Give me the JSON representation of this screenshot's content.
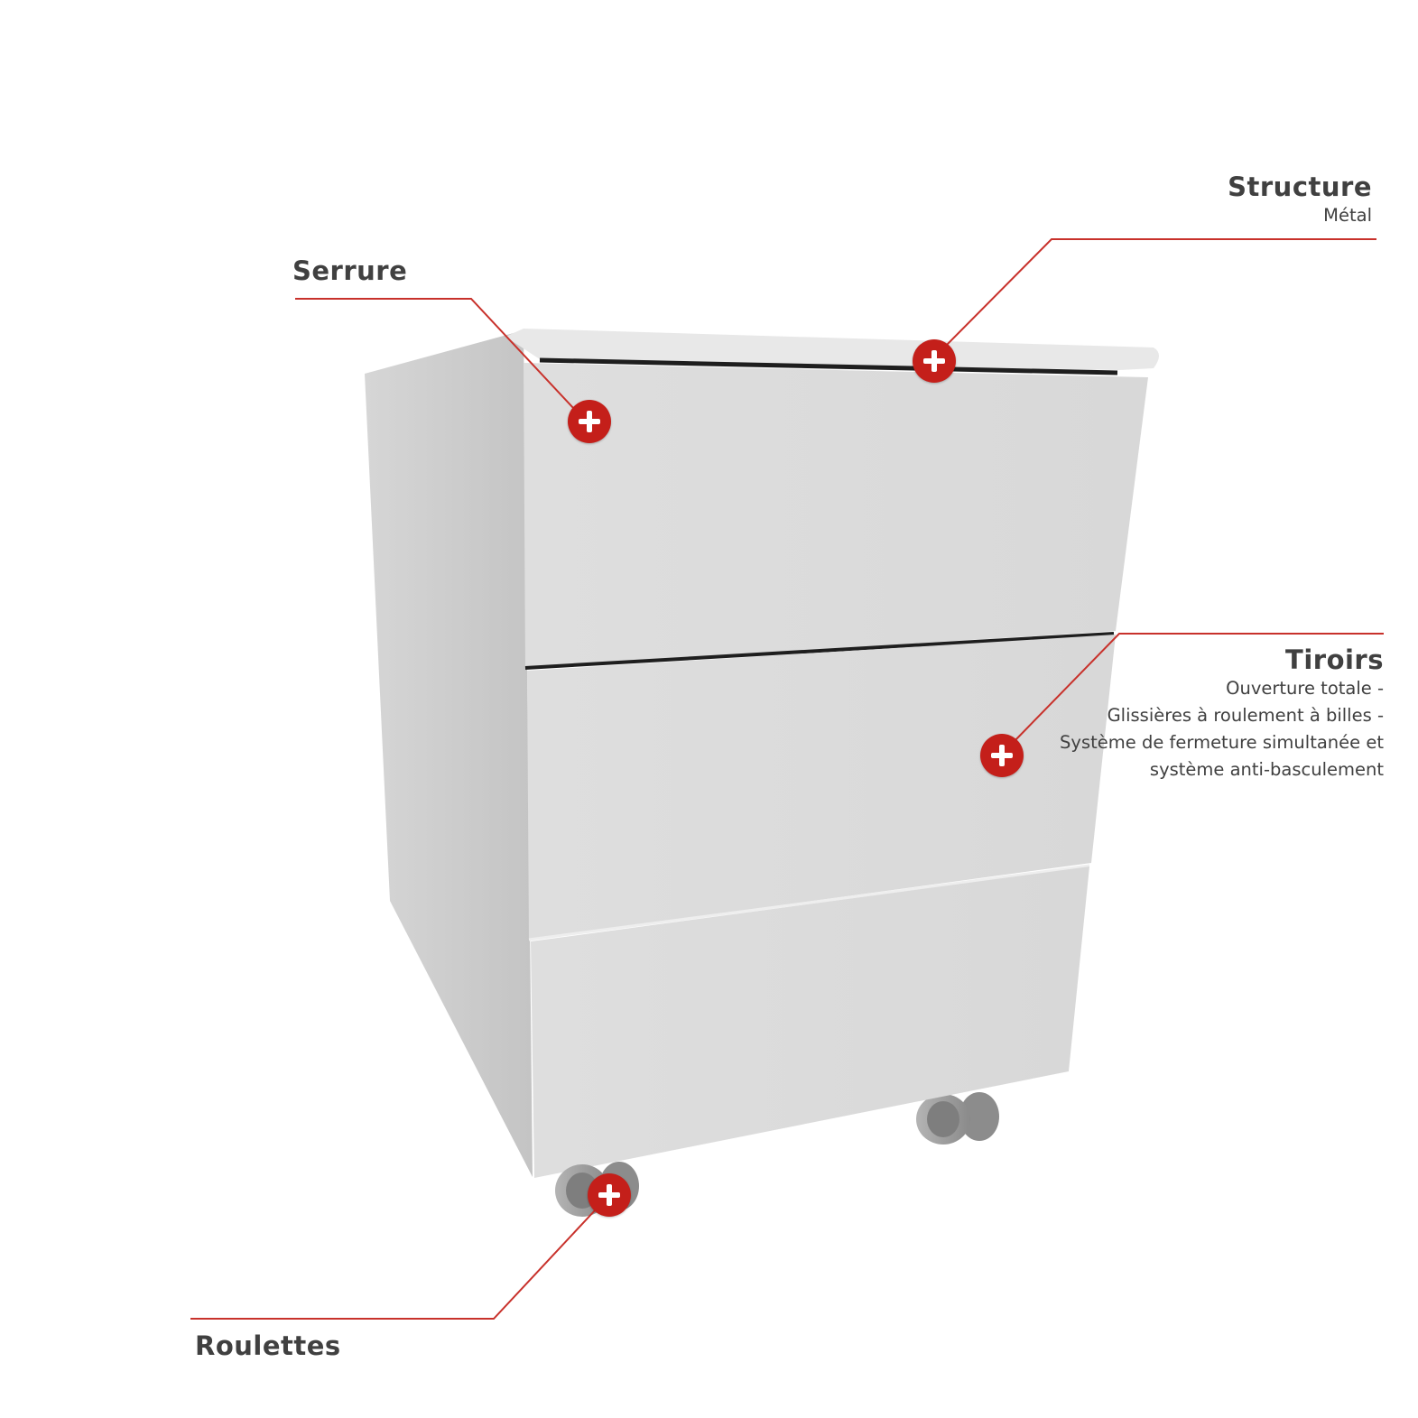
{
  "annotations": {
    "serrure": {
      "title": "Serrure"
    },
    "structure": {
      "title": "Structure",
      "detail": "Métal"
    },
    "tiroirs": {
      "title": "Tiroirs",
      "details": [
        "Ouverture totale -",
        "Glissières à roulement à billes -",
        "Système de fermeture simultanée et",
        "système anti-basculement"
      ]
    },
    "roulettes": {
      "title": "Roulettes"
    }
  },
  "hotspot_icon": "plus-icon",
  "colors": {
    "accent": "#c41f1a",
    "leader_line": "#c8312b",
    "text": "#404040",
    "cabinet_front": "#dcdcdc",
    "cabinet_side": "#c9c9c9",
    "wheel": "#9a9a9a"
  }
}
